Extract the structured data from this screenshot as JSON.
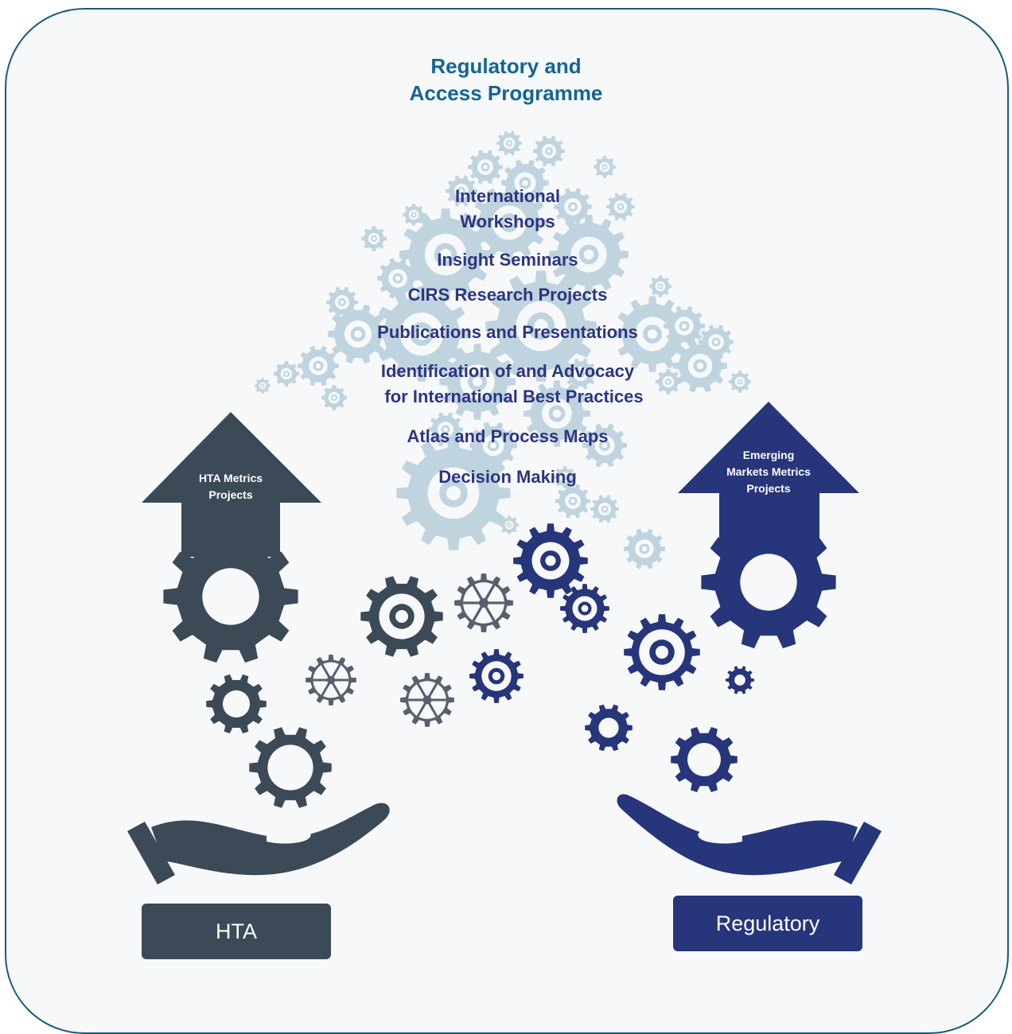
{
  "programme_title": {
    "line1": "Regulatory and",
    "line2": "Access Programme"
  },
  "activities": [
    "International",
    "Workshops",
    "Insight Seminars",
    "CIRS Research Projects",
    "Publications and Presentations",
    "Identification of and Advocacy",
    "for International Best Practices",
    "Atlas and Process Maps",
    "Decision Making"
  ],
  "hta_arrow": {
    "line1": "HTA Metrics",
    "line2": "Projects"
  },
  "regulatory_arrow": {
    "line1": "Emerging",
    "line2": "Markets Metrics",
    "line3": "Projects"
  },
  "buttons": {
    "hta": "HTA",
    "regulatory": "Regulatory"
  },
  "colors": {
    "frame_border": "#1a5a7a",
    "title": "#126594",
    "activity_text": "#2d3580",
    "hta_slate": "#3b4a56",
    "regulatory_navy": "#27357a",
    "gear_light": "#bfd4de"
  },
  "icons": [
    "gear-icon",
    "arrow-up-icon",
    "hand-icon"
  ]
}
